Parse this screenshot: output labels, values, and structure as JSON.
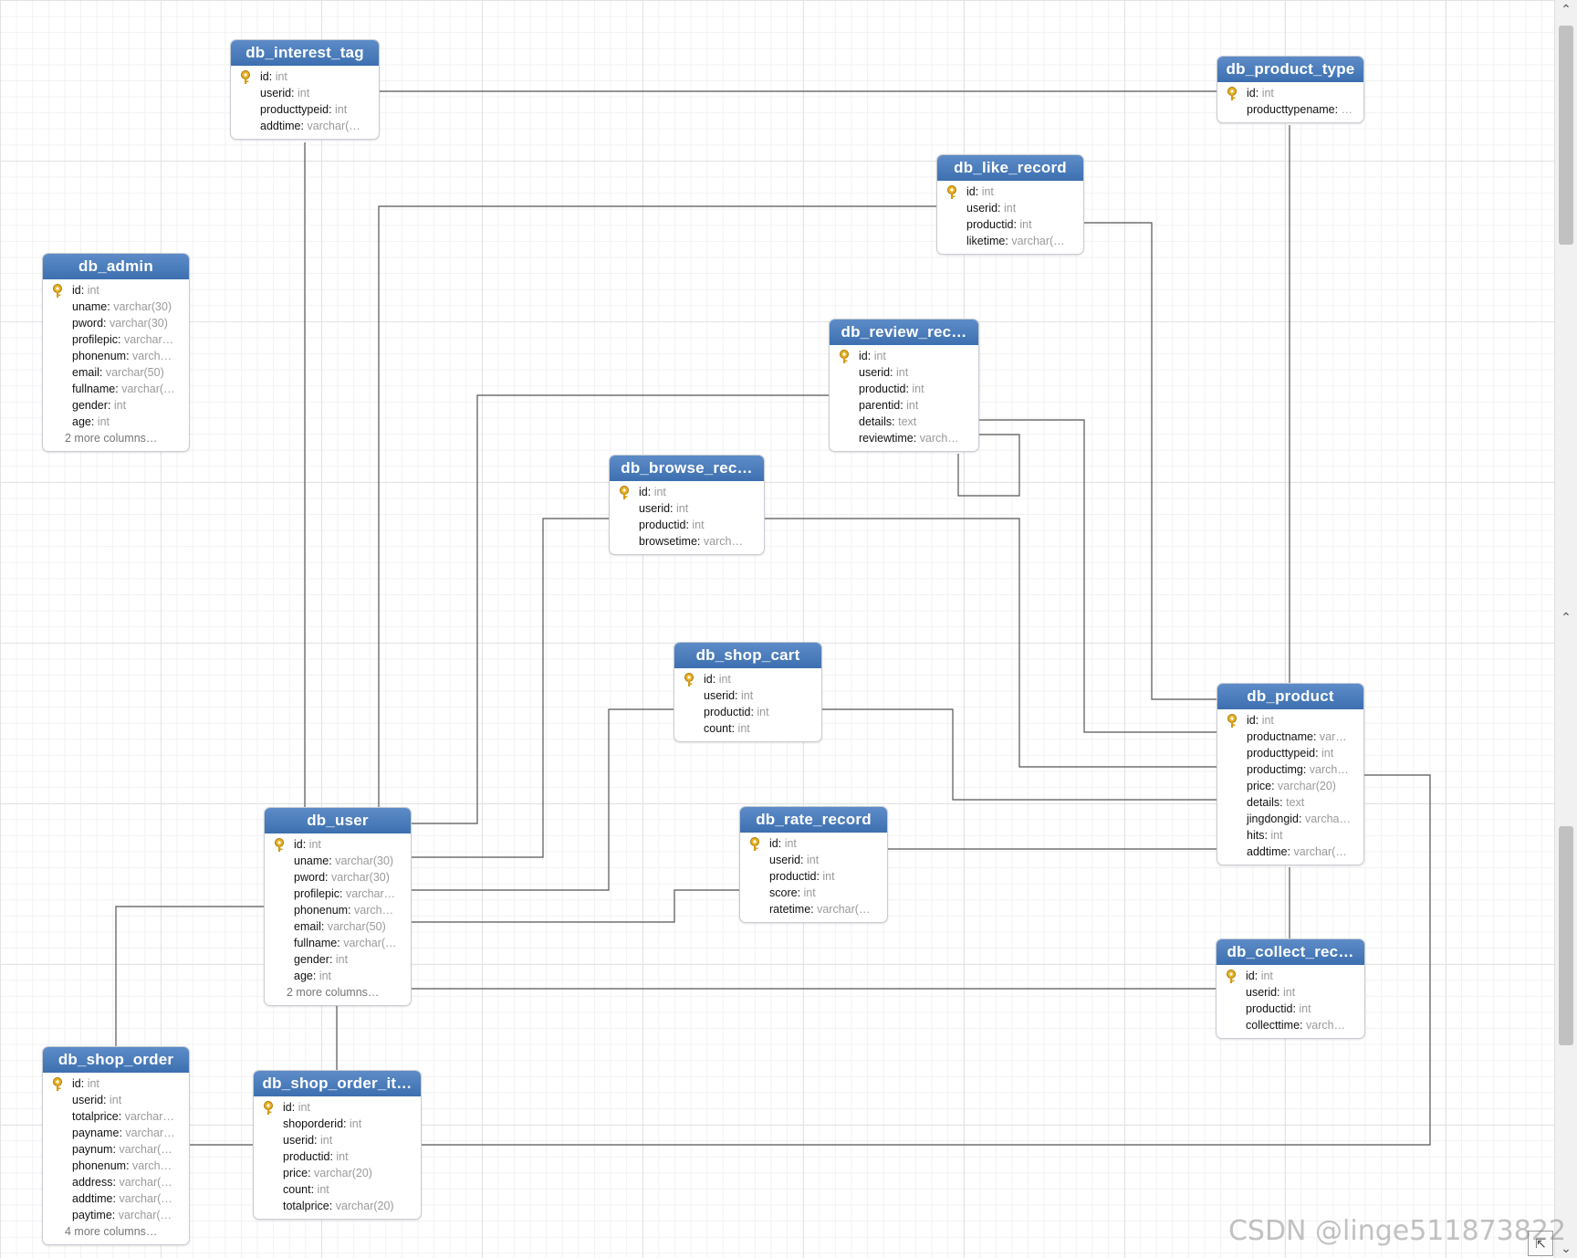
{
  "tables": {
    "interest_tag": {
      "name": "db_interest_tag",
      "columns": [
        {
          "n": "id",
          "t": "int",
          "pk": true
        },
        {
          "n": "userid",
          "t": "int"
        },
        {
          "n": "producttypeid",
          "t": "int"
        },
        {
          "n": "addtime",
          "t": "varchar(…"
        }
      ],
      "more": ""
    },
    "product_type": {
      "name": "db_product_type",
      "columns": [
        {
          "n": "id",
          "t": "int",
          "pk": true
        },
        {
          "n": "producttypename",
          "t": "…"
        }
      ],
      "more": ""
    },
    "like_record": {
      "name": "db_like_record",
      "columns": [
        {
          "n": "id",
          "t": "int",
          "pk": true
        },
        {
          "n": "userid",
          "t": "int"
        },
        {
          "n": "productid",
          "t": "int"
        },
        {
          "n": "liketime",
          "t": "varchar(…"
        }
      ],
      "more": ""
    },
    "admin": {
      "name": "db_admin",
      "columns": [
        {
          "n": "id",
          "t": "int",
          "pk": true
        },
        {
          "n": "uname",
          "t": "varchar(30)"
        },
        {
          "n": "pword",
          "t": "varchar(30)"
        },
        {
          "n": "profilepic",
          "t": "varchar…"
        },
        {
          "n": "phonenum",
          "t": "varch…"
        },
        {
          "n": "email",
          "t": "varchar(50)"
        },
        {
          "n": "fullname",
          "t": "varchar(…"
        },
        {
          "n": "gender",
          "t": "int"
        },
        {
          "n": "age",
          "t": "int"
        }
      ],
      "more": "2 more columns…"
    },
    "review_record": {
      "name": "db_review_rec…",
      "columns": [
        {
          "n": "id",
          "t": "int",
          "pk": true
        },
        {
          "n": "userid",
          "t": "int"
        },
        {
          "n": "productid",
          "t": "int"
        },
        {
          "n": "parentid",
          "t": "int"
        },
        {
          "n": "details",
          "t": "text"
        },
        {
          "n": "reviewtime",
          "t": "varch…"
        }
      ],
      "more": ""
    },
    "browse_record": {
      "name": "db_browse_rec…",
      "columns": [
        {
          "n": "id",
          "t": "int",
          "pk": true
        },
        {
          "n": "userid",
          "t": "int"
        },
        {
          "n": "productid",
          "t": "int"
        },
        {
          "n": "browsetime",
          "t": "varch…"
        }
      ],
      "more": ""
    },
    "shop_cart": {
      "name": "db_shop_cart",
      "columns": [
        {
          "n": "id",
          "t": "int",
          "pk": true
        },
        {
          "n": "userid",
          "t": "int"
        },
        {
          "n": "productid",
          "t": "int"
        },
        {
          "n": "count",
          "t": "int"
        }
      ],
      "more": ""
    },
    "product": {
      "name": "db_product",
      "columns": [
        {
          "n": "id",
          "t": "int",
          "pk": true
        },
        {
          "n": "productname",
          "t": "var…"
        },
        {
          "n": "producttypeid",
          "t": "int"
        },
        {
          "n": "productimg",
          "t": "varch…"
        },
        {
          "n": "price",
          "t": "varchar(20)"
        },
        {
          "n": "details",
          "t": "text"
        },
        {
          "n": "jingdongid",
          "t": "varcha…"
        },
        {
          "n": "hits",
          "t": "int"
        },
        {
          "n": "addtime",
          "t": "varchar(…"
        }
      ],
      "more": ""
    },
    "user": {
      "name": "db_user",
      "columns": [
        {
          "n": "id",
          "t": "int",
          "pk": true
        },
        {
          "n": "uname",
          "t": "varchar(30)"
        },
        {
          "n": "pword",
          "t": "varchar(30)"
        },
        {
          "n": "profilepic",
          "t": "varchar…"
        },
        {
          "n": "phonenum",
          "t": "varch…"
        },
        {
          "n": "email",
          "t": "varchar(50)"
        },
        {
          "n": "fullname",
          "t": "varchar(…"
        },
        {
          "n": "gender",
          "t": "int"
        },
        {
          "n": "age",
          "t": "int"
        }
      ],
      "more": "2 more columns…"
    },
    "rate_record": {
      "name": "db_rate_record",
      "columns": [
        {
          "n": "id",
          "t": "int",
          "pk": true
        },
        {
          "n": "userid",
          "t": "int"
        },
        {
          "n": "productid",
          "t": "int"
        },
        {
          "n": "score",
          "t": "int"
        },
        {
          "n": "ratetime",
          "t": "varchar(…"
        }
      ],
      "more": ""
    },
    "collect_record": {
      "name": "db_collect_rec…",
      "columns": [
        {
          "n": "id",
          "t": "int",
          "pk": true
        },
        {
          "n": "userid",
          "t": "int"
        },
        {
          "n": "productid",
          "t": "int"
        },
        {
          "n": "collecttime",
          "t": "varch…"
        }
      ],
      "more": ""
    },
    "shop_order": {
      "name": "db_shop_order",
      "columns": [
        {
          "n": "id",
          "t": "int",
          "pk": true
        },
        {
          "n": "userid",
          "t": "int"
        },
        {
          "n": "totalprice",
          "t": "varchar…"
        },
        {
          "n": "payname",
          "t": "varchar…"
        },
        {
          "n": "paynum",
          "t": "varchar(…"
        },
        {
          "n": "phonenum",
          "t": "varch…"
        },
        {
          "n": "address",
          "t": "varchar(…"
        },
        {
          "n": "addtime",
          "t": "varchar(…"
        },
        {
          "n": "paytime",
          "t": "varchar(…"
        }
      ],
      "more": "4 more columns…"
    },
    "shop_order_item": {
      "name": "db_shop_order_it…",
      "columns": [
        {
          "n": "id",
          "t": "int",
          "pk": true
        },
        {
          "n": "shoporderid",
          "t": "int"
        },
        {
          "n": "userid",
          "t": "int"
        },
        {
          "n": "productid",
          "t": "int"
        },
        {
          "n": "price",
          "t": "varchar(20)"
        },
        {
          "n": "count",
          "t": "int"
        },
        {
          "n": "totalprice",
          "t": "varchar(20)"
        }
      ],
      "more": ""
    }
  },
  "watermark": "CSDN @linge511873822",
  "colors": {
    "header": "#4a7bbb",
    "line": "#555555",
    "key": "#e8b020"
  }
}
